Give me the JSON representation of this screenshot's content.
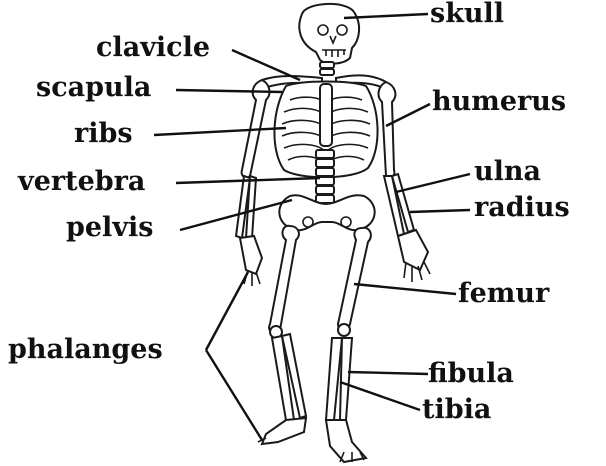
{
  "labels": {
    "skull": "skull",
    "clavicle": "clavicle",
    "scapula": "scapula",
    "humerus": "humerus",
    "ribs": "ribs",
    "vertebra": "vertebra",
    "ulna": "ulna",
    "radius": "radius",
    "pelvis": "pelvis",
    "femur": "femur",
    "phalanges": "phalanges",
    "fibula": "fibula",
    "tibia": "tibia"
  },
  "colors": {
    "ink": "#111111",
    "bone_fill": "#ffffff",
    "background": "#ffffff"
  }
}
